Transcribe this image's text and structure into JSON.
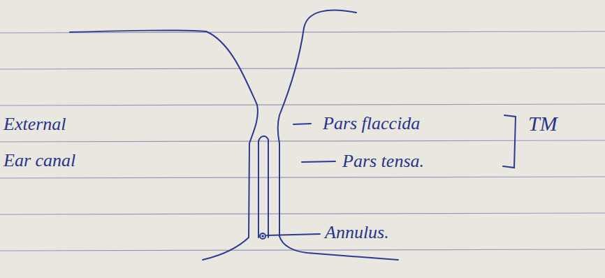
{
  "diagram": {
    "labels": [
      "External Ear canal",
      "Pars flaccida",
      "Pars tensa.",
      "Annulus.",
      "TM"
    ]
  }
}
